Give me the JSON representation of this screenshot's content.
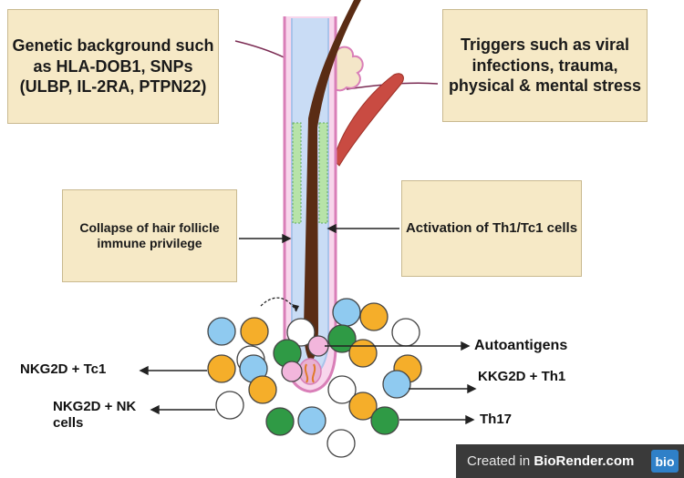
{
  "boxes": {
    "genetic": "Genetic background such as HLA-DOB1, SNPs (ULBP, IL-2RA, PTPN22)",
    "triggers": "Triggers such as viral infections, trauma, physical & mental stress",
    "collapse": "Collapse of hair follicle immune privilege",
    "activation": "Activation of Th1/Tc1 cells"
  },
  "labels": {
    "autoantigens": "Autoantigens",
    "nkg2d_tc1": "NKG2D + Tc1",
    "kkg2d_th1": "KKG2D + Th1",
    "nkg2d_nk": "NKG2D + NK cells",
    "th17": "Th17"
  },
  "badge": {
    "prefix": "Created in ",
    "brand": "BioRender.com",
    "logo": "bio"
  },
  "colors": {
    "box_fill": "#f6e9c6",
    "hair_shaft": "#5a2c14",
    "follicle_outline": "#d97fb8",
    "inner_sheath": "#a9c4ea",
    "muscle": "#c94b42",
    "cell_blue": "#8fcaf0",
    "cell_orange": "#f5ae2a",
    "cell_green": "#2f9a45",
    "cell_pink": "#f2b6dc",
    "cell_white": "#ffffff"
  },
  "icons": [
    "hair-follicle-icon",
    "arrector-pili-muscle-icon",
    "sebaceous-gland-icon",
    "immune-cell-icon"
  ]
}
